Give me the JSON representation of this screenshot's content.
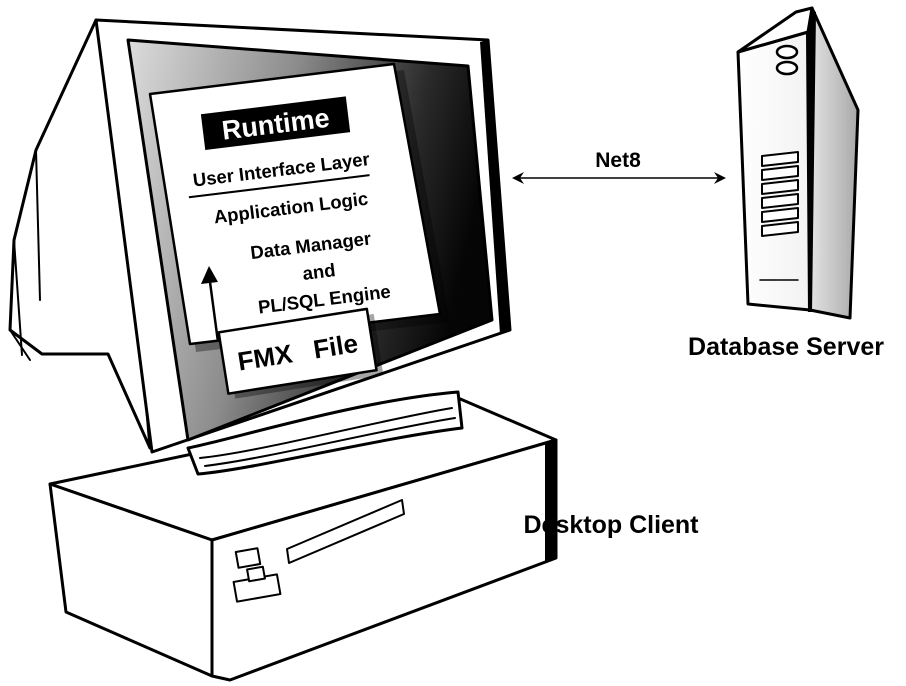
{
  "runtime_panel": {
    "title": "Runtime",
    "layers": [
      "User Interface Layer",
      "Application Logic",
      "Data Manager",
      "and",
      "PL/SQL Engine"
    ]
  },
  "fmx_card": {
    "label": "FMX   File"
  },
  "connection": {
    "label": "Net8"
  },
  "labels": {
    "server": "Database Server",
    "client": "Desktop Client"
  },
  "colors": {
    "ink": "#000000",
    "paper": "#ffffff",
    "title_fill": "#000000"
  }
}
